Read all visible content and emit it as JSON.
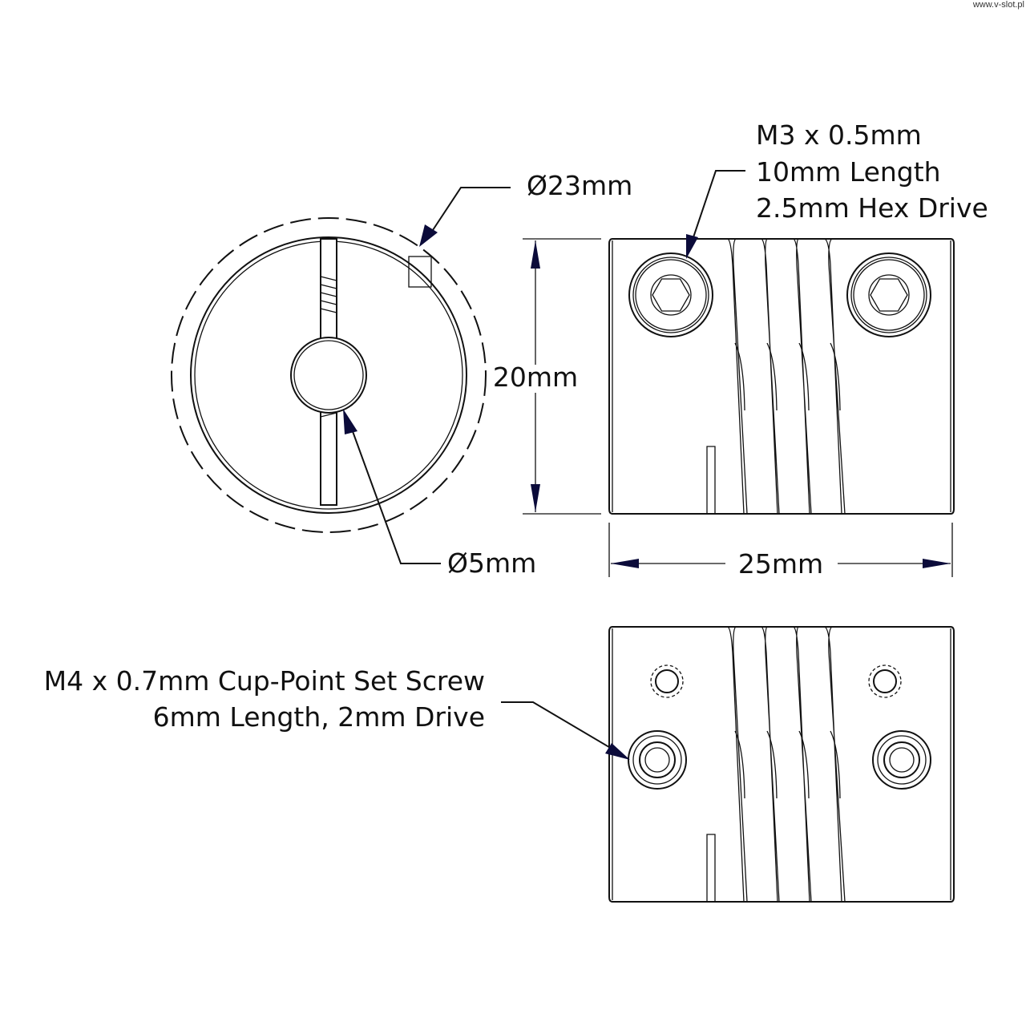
{
  "watermark": "www.v-slot.pl",
  "labels": {
    "outer_diameter": "Ø23mm",
    "bore_diameter": "Ø5mm",
    "height": "20mm",
    "length": "25mm",
    "clamp_screw": [
      "M3 x 0.5mm",
      "10mm Length",
      "2.5mm Hex Drive"
    ],
    "set_screw": [
      "M4 x 0.7mm Cup-Point Set Screw",
      "6mm Length, 2mm Drive"
    ]
  },
  "colors": {
    "line": "#111111",
    "arrow": "#0b0b3a"
  }
}
